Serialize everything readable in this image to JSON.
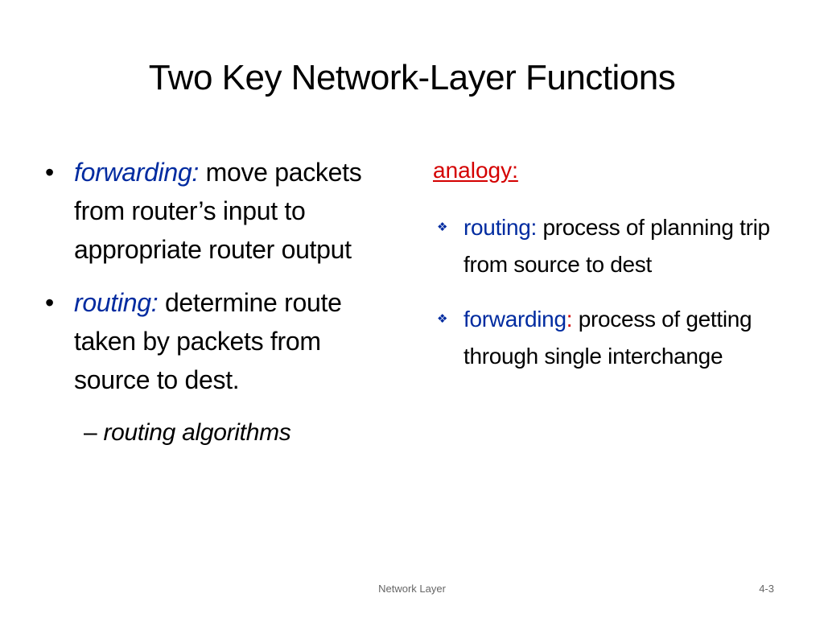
{
  "slide": {
    "title": "Two Key Network-Layer Functions",
    "left": {
      "bullet_glyph": "•",
      "bullets": [
        {
          "term": "forwarding:",
          "text": "move packets from router’s input to appropriate router output"
        },
        {
          "term": "routing:",
          "text": "determine route taken by packets from source to dest."
        }
      ],
      "sub_bullet": {
        "dash": "–",
        "text": "routing algorithms"
      }
    },
    "right": {
      "heading": "analogy:",
      "bullet_icon": "diamond-bullet-icon",
      "items": [
        {
          "term": "routing:",
          "text": "process of planning trip from source to dest"
        },
        {
          "term": "forwarding",
          "colon": ":",
          "text": "process of getting through single interchange"
        }
      ]
    },
    "footer": {
      "center": "Network Layer",
      "page": "4-3"
    }
  },
  "colors": {
    "term_blue": "#002ba0",
    "accent_red": "#d40000",
    "footer_gray": "#666666"
  }
}
